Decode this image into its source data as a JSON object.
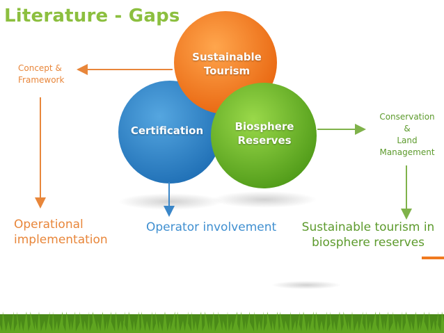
{
  "title": "Literature - Gaps",
  "circles": {
    "sustainable_tourism": "Sustainable\nTourism",
    "certification": "Certification",
    "biosphere_reserves": "Biosphere\nReserves"
  },
  "labels": {
    "concept_framework": "Concept &\nFramework",
    "conservation": "Conservation\n&\nLand\nManagement",
    "operational": "Operational\nimplementation",
    "operator": "Operator involvement",
    "sustainable_br": "Sustainable tourism in\nbiosphere reserves"
  },
  "colors": {
    "title": "#8cbf3f",
    "orange": "#f07a1f",
    "blue": "#3a86c8",
    "green": "#79bf2b",
    "orange_text": "#e8863a",
    "blue_text": "#3f8fd0",
    "green_text": "#5c9a2c"
  }
}
